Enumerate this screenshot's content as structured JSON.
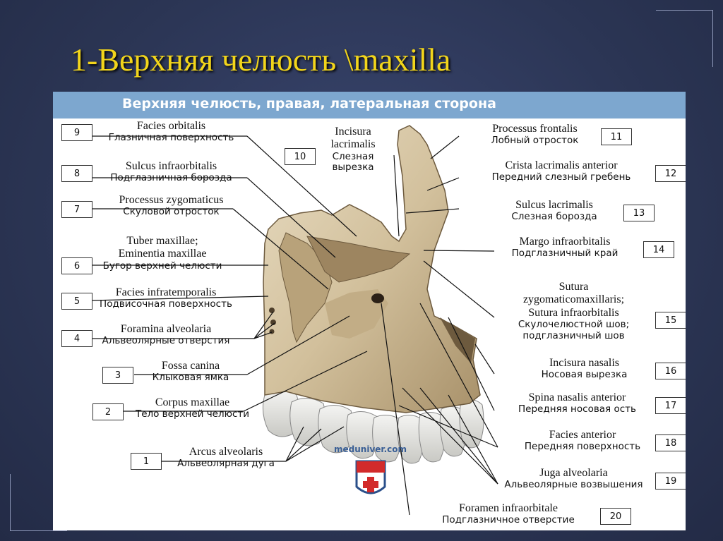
{
  "slide": {
    "title": "1-Верхняя челюсть \\maxilla"
  },
  "panel": {
    "header": "Верхняя челюсть, правая, латеральная сторона",
    "watermark": "meduniver.com"
  },
  "labels": [
    {
      "num": "1",
      "latin": "Arcus alveolaris",
      "russian": "Альвеолярная дуга"
    },
    {
      "num": "2",
      "latin": "Corpus maxillae",
      "russian": "Тело верхней челюсти"
    },
    {
      "num": "3",
      "latin": "Fossa canina",
      "russian": "Клыковая ямка"
    },
    {
      "num": "4",
      "latin": "Foramina alveolaria",
      "russian": "Альвеолярные отверстия"
    },
    {
      "num": "5",
      "latin": "Facies infratemporalis",
      "russian": "Подвисочная поверхность"
    },
    {
      "num": "6",
      "latin": "Tuber maxillae;",
      "latin2": "Eminentia maxillae",
      "russian": "Бугор верхней челюсти"
    },
    {
      "num": "7",
      "latin": "Processus zygomaticus",
      "russian": "Скуловой отросток"
    },
    {
      "num": "8",
      "latin": "Sulcus infraorbitalis",
      "russian": "Подглазничная борозда"
    },
    {
      "num": "9",
      "latin": "Facies orbitalis",
      "russian": "Глазничная поверхность"
    },
    {
      "num": "10",
      "latin": "Incisura",
      "latin2": "lacrimalis",
      "russian": "Слезная",
      "russian2": "вырезка"
    },
    {
      "num": "11",
      "latin": "Processus frontalis",
      "russian": "Лобный отросток"
    },
    {
      "num": "12",
      "latin": "Crista lacrimalis anterior",
      "russian": "Передний слезный гребень"
    },
    {
      "num": "13",
      "latin": "Sulcus lacrimalis",
      "russian": "Слезная борозда"
    },
    {
      "num": "14",
      "latin": "Margo infraorbitalis",
      "russian": "Подглазничный край"
    },
    {
      "num": "15",
      "latin": "Sutura",
      "latin2": "zygomaticomaxillaris;",
      "latin3": "Sutura infraorbitalis",
      "russian": "Скулочелюстной шов;",
      "russian2": "подглазничный шов"
    },
    {
      "num": "16",
      "latin": "Incisura nasalis",
      "russian": "Носовая вырезка"
    },
    {
      "num": "17",
      "latin": "Spina nasalis anterior",
      "russian": "Передняя носовая ость"
    },
    {
      "num": "18",
      "latin": "Facies anterior",
      "russian": "Передняя поверхность"
    },
    {
      "num": "19",
      "latin": "Juga alveolaria",
      "russian": "Альвеолярные возвышения"
    },
    {
      "num": "20",
      "latin": "Foramen infraorbitale",
      "russian": "Подглазничное отверстие"
    }
  ],
  "colors": {
    "background": "#2f3a5c",
    "title": "#f2d51b",
    "header": "#7da7cf",
    "bone": "#d8c8a8",
    "bone_shadow": "#8a7654"
  }
}
